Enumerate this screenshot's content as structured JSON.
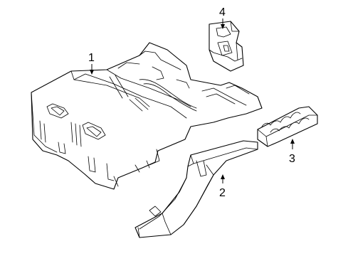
{
  "diagram": {
    "callouts": [
      {
        "number": "1",
        "part": "floor-pan"
      },
      {
        "number": "2",
        "part": "rear-rail"
      },
      {
        "number": "3",
        "part": "reinforcement"
      },
      {
        "number": "4",
        "part": "bracket"
      }
    ]
  }
}
